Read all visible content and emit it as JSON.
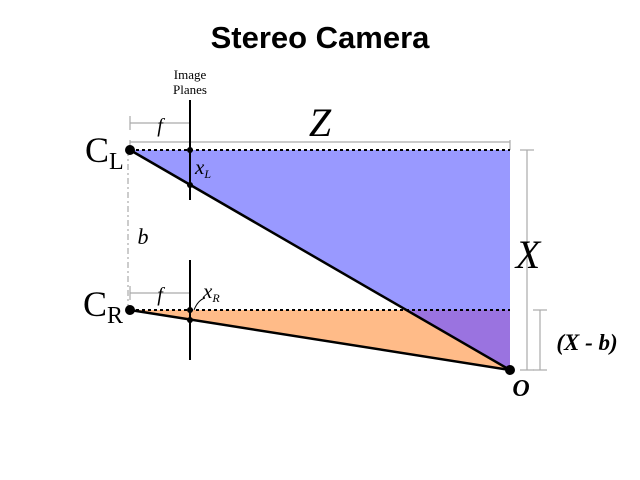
{
  "title": "Stereo Camera",
  "labels": {
    "image_planes_line1": "Image",
    "image_planes_line2": "Planes",
    "z": "Z",
    "x": "X",
    "x_minus_b": "(X - b)",
    "b": "b",
    "f_top": "f",
    "f_bottom": "f",
    "cl_c": "C",
    "cl_sub": "L",
    "cr_c": "C",
    "cr_sub": "R",
    "xl_x": "x",
    "xl_sub": "L",
    "xr_x": "x",
    "xr_sub": "R",
    "o": "O"
  },
  "colors": {
    "left_triangle": "#9999ff",
    "right_triangle": "#ffbb88",
    "overlap": "#9a73e0",
    "guide_lines": "#aaaaaa",
    "lines": "#000000"
  }
}
